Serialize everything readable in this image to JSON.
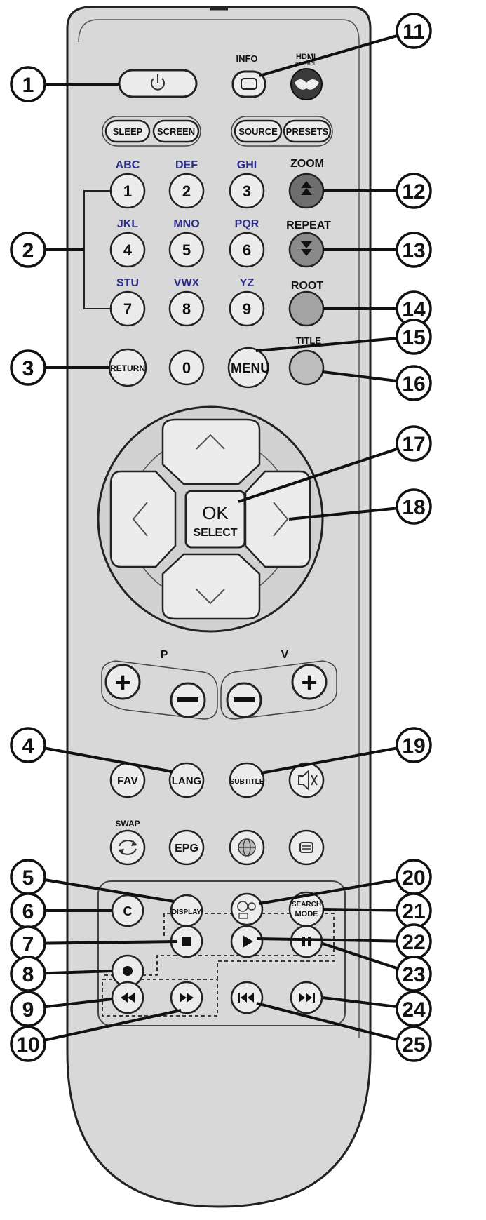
{
  "remote": {
    "info_label": "INFO",
    "hdmi_label": "HDMI",
    "hdmi_sub": "CONTROL",
    "sleep": "SLEEP",
    "screen": "SCREEN",
    "source": "SOURCE",
    "presets": "PRESETS",
    "keypad": [
      {
        "digit": "1",
        "letters": "ABC"
      },
      {
        "digit": "2",
        "letters": "DEF"
      },
      {
        "digit": "3",
        "letters": "GHI"
      },
      {
        "digit": "4",
        "letters": "JKL"
      },
      {
        "digit": "5",
        "letters": "MNO"
      },
      {
        "digit": "6",
        "letters": "PQR"
      },
      {
        "digit": "7",
        "letters": "STU"
      },
      {
        "digit": "8",
        "letters": "VWX"
      },
      {
        "digit": "9",
        "letters": "YZ"
      },
      {
        "digit": "0",
        "letters": ""
      }
    ],
    "zoom": "ZOOM",
    "repeat": "REPEAT",
    "root": "ROOT",
    "title": "TITLE",
    "return": "RETURN",
    "menu": "MENU",
    "ok_line1": "OK",
    "ok_line2": "SELECT",
    "p_label": "P",
    "v_label": "V",
    "plus": "+",
    "fav": "FAV",
    "lang": "LANG",
    "subtitle": "SUBTITLE",
    "swap": "SWAP",
    "epg": "EPG",
    "c": "C",
    "display": "DISPLAY",
    "search_line1": "SEARCH",
    "search_line2": "MODE"
  },
  "callouts": [
    "1",
    "2",
    "3",
    "4",
    "5",
    "6",
    "7",
    "8",
    "9",
    "10",
    "11",
    "12",
    "13",
    "14",
    "15",
    "16",
    "17",
    "18",
    "19",
    "20",
    "21",
    "22",
    "23",
    "24",
    "25"
  ],
  "colors": {
    "body": "#d8d8d8",
    "button": "#ececec",
    "zoom": "#6e6e6e",
    "repeat": "#8a8a8a",
    "root": "#a3a3a3",
    "title": "#bdbdbd",
    "outline": "#222222"
  }
}
